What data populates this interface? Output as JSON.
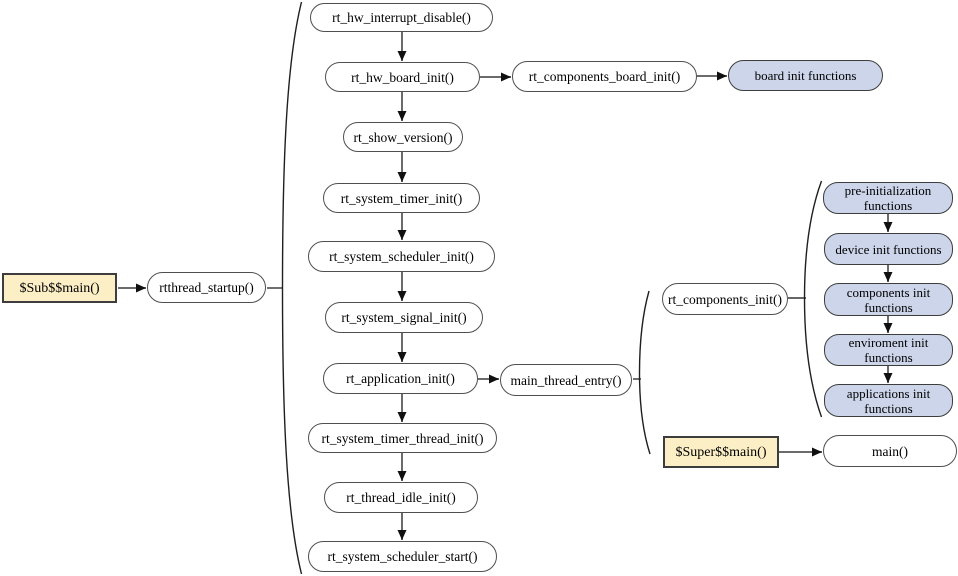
{
  "colors": {
    "fill_white": "#ffffff",
    "fill_yellow": "#fcefc6",
    "fill_blue": "#ccd5ea",
    "stroke_node": "#4f4f4f",
    "stroke_dark": "#3d3d3d",
    "arrow_shaft": "#6b6b6b",
    "arrow_head": "#101010",
    "tick_stroke": "#333333",
    "brace_stroke": "#1f1f1f"
  },
  "nodes": {
    "sub_main": "$Sub$$main()",
    "rtthread_startup": "rtthread_startup()",
    "rt_hw_interrupt_disable": "rt_hw_interrupt_disable()",
    "rt_hw_board_init": "rt_hw_board_init()",
    "rt_components_board_init": "rt_components_board_init()",
    "board_init_functions": "board init functions",
    "rt_show_version": "rt_show_version()",
    "rt_system_timer_init": "rt_system_timer_init()",
    "rt_system_scheduler_init": "rt_system_scheduler_init()",
    "rt_system_signal_init": "rt_system_signal_init()",
    "rt_application_init": "rt_application_init()",
    "main_thread_entry": "main_thread_entry()",
    "rt_components_init": "rt_components_init()",
    "pre_initialization_functions": "pre-initialization functions",
    "device_init_functions": "device init functions",
    "components_init_functions": "components init functions",
    "enviroment_init_functions": "enviroment init functions",
    "applications_init_functions": "applications init functions",
    "rt_system_timer_thread_init": "rt_system_timer_thread_init()",
    "rt_thread_idle_init": "rt_thread_idle_init()",
    "rt_system_scheduler_start": "rt_system_scheduler_start()",
    "super_main": "$Super$$main()",
    "main_fn": "main()"
  }
}
